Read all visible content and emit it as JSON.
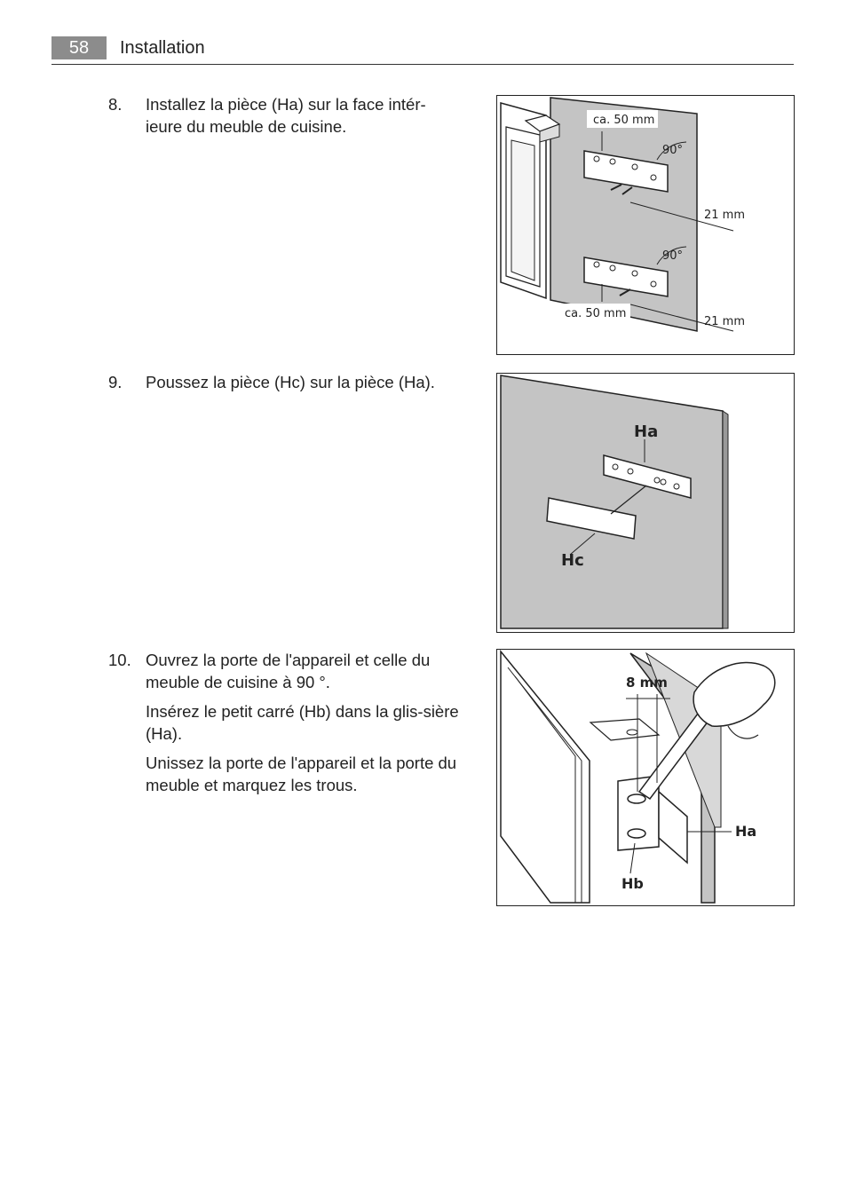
{
  "header": {
    "page_number": "58",
    "section": "Installation"
  },
  "steps": [
    {
      "number": "8.",
      "paragraphs": [
        "Installez la pièce (Ha) sur la face intér-ieure du meuble de cuisine."
      ]
    },
    {
      "number": "9.",
      "paragraphs": [
        "Poussez la pièce (Hc) sur la pièce (Ha)."
      ]
    },
    {
      "number": "10.",
      "paragraphs": [
        "Ouvrez la porte de l'appareil et celle du meuble de cuisine à 90 °.",
        "Insérez le petit carré (Hb) dans la glis-sière (Ha).",
        "Unissez la porte de l'appareil et la porte du meuble et marquez les trous."
      ]
    }
  ],
  "figures": {
    "fig1": {
      "label_top": "ca. 50 mm",
      "angle_top": "90°",
      "dim_right_top": "21 mm",
      "angle_bottom": "90°",
      "label_bottom": "ca. 50 mm",
      "dim_right_bottom": "21 mm"
    },
    "fig2": {
      "part_ha": "Ha",
      "part_hc": "Hc"
    },
    "fig3": {
      "dimension": "8 mm",
      "part_ha": "Ha",
      "part_hb": "Hb"
    }
  }
}
